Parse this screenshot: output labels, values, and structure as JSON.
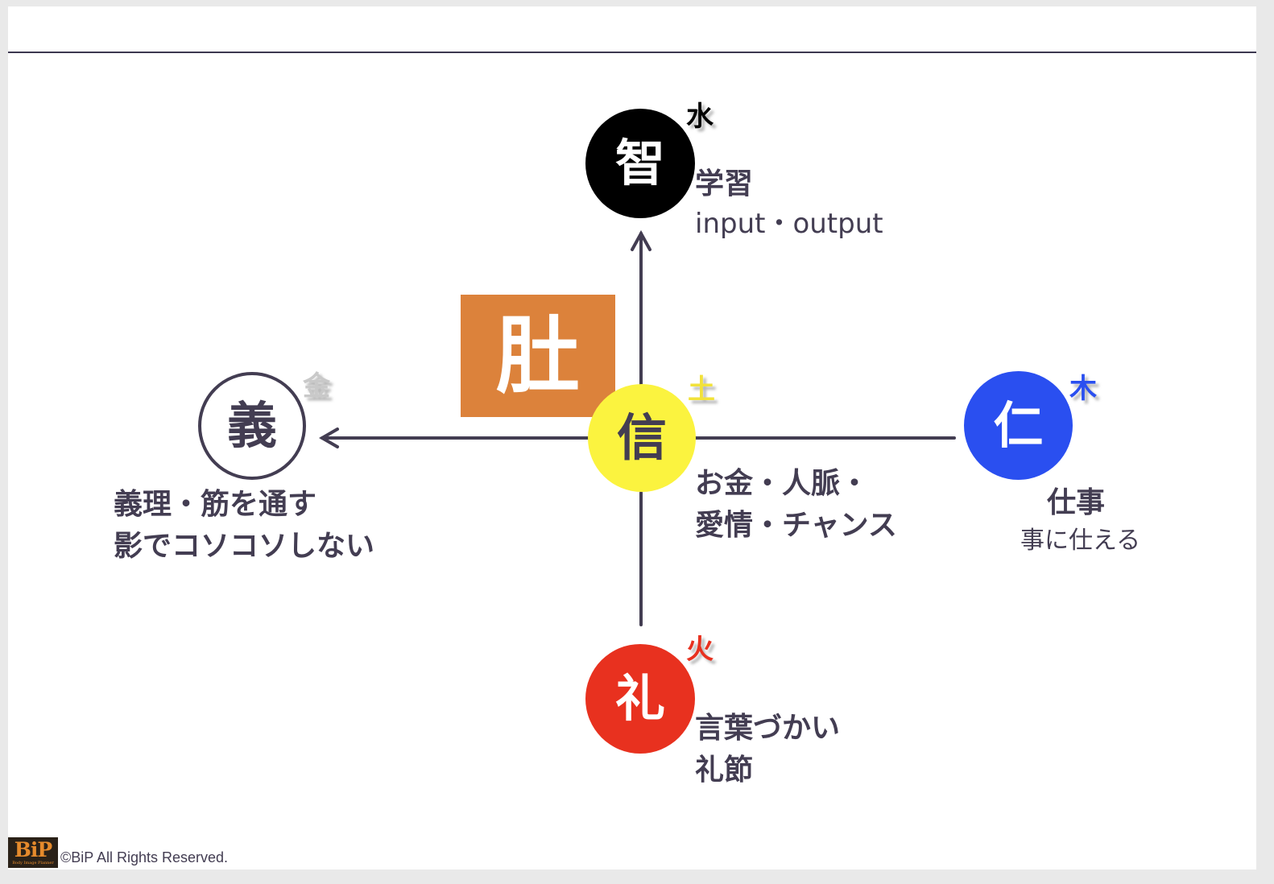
{
  "liver": "肚",
  "nodes": {
    "chi": {
      "char": "智",
      "element": "水",
      "lines": [
        "学習",
        "input・output"
      ],
      "color": "#000000",
      "element_color": "#000000"
    },
    "gi": {
      "char": "義",
      "element": "金",
      "lines": [
        "義理・筋を通す",
        "影でコソコソしない"
      ],
      "color": "#ffffff",
      "element_color": "#c9c9c9"
    },
    "shin": {
      "char": "信",
      "element": "土",
      "lines": [
        "お金・人脈・",
        "愛情・チャンス"
      ],
      "color": "#fbf33f",
      "element_color": "#f2e23a"
    },
    "jin": {
      "char": "仁",
      "element": "木",
      "lines": [
        "仕事",
        "事に仕える"
      ],
      "color": "#2a4ff0",
      "element_color": "#2a4ff0"
    },
    "rei": {
      "char": "礼",
      "element": "火",
      "lines": [
        "言葉づかい",
        "礼節"
      ],
      "color": "#e8311f",
      "element_color": "#e8311f"
    }
  },
  "liver_color": "#dc823b",
  "line_color": "#433d52",
  "footer": {
    "logo_text": "BiP",
    "logo_subtext": "Body Image Planner",
    "copyright": "©BiP All Rights Reserved."
  }
}
